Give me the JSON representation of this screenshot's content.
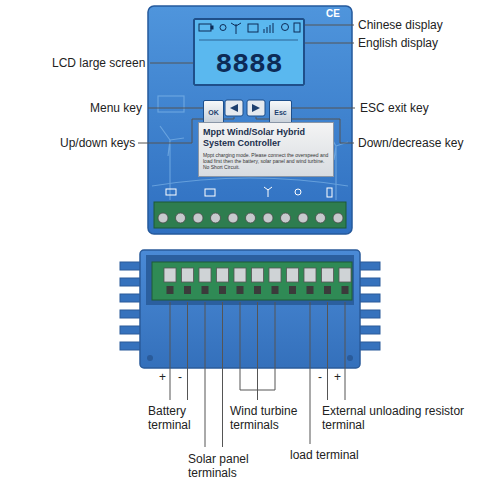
{
  "diagram": {
    "nodes": [
      {
        "text": [
          "8888"
        ]
      },
      {
        "text": [
          "OK"
        ]
      },
      {
        "text": [
          "Esc"
        ]
      },
      {
        "text": [
          "Mppt Wind/Solar Hybrid System Controller",
          "Mppt charging mode. Please connect the overspeed and load first then the battery, solar panel and wind turbine. No Short Circuit."
        ]
      }
    ],
    "labels": [
      "CE",
      "Chinese display",
      "English display",
      "LCD large screen",
      "Menu key",
      "ESC exit key",
      "Up/down keys",
      "Down/decrease key",
      "+",
      "-",
      "-",
      "+",
      "Battery terminal",
      "Wind turbine terminals",
      "External unloading resistor terminal",
      "Solar panel terminals",
      "load terminal"
    ]
  }
}
